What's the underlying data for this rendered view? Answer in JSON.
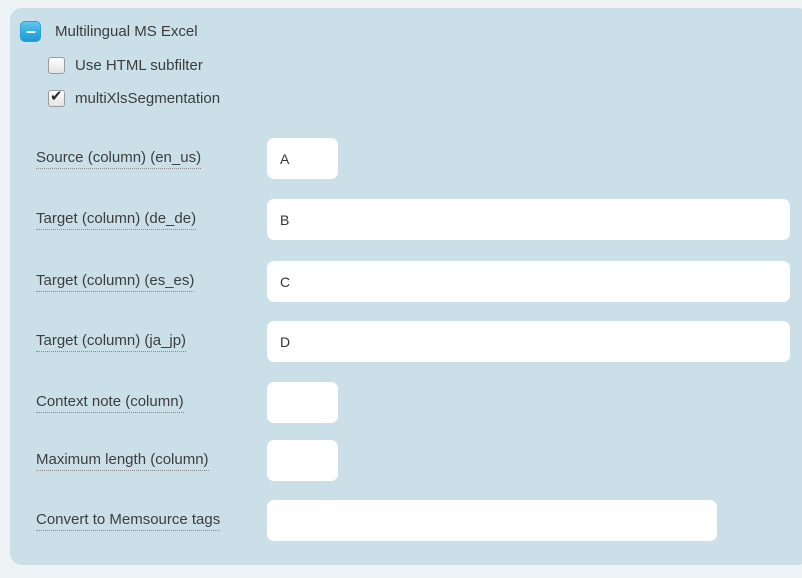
{
  "panel": {
    "title": "Multilingual MS Excel",
    "toggle": {
      "icon": "minus-icon"
    },
    "check_glyph": "✔",
    "checkboxes": [
      {
        "label": "Use HTML subfilter",
        "checked": false
      },
      {
        "label": "multiXlsSegmentation",
        "checked": true
      }
    ],
    "fields": [
      {
        "label": "Source (column) (en_us)",
        "value": "A"
      },
      {
        "label": "Target (column) (de_de)",
        "value": "B"
      },
      {
        "label": "Target (column) (es_es)",
        "value": "C"
      },
      {
        "label": "Target (column) (ja_jp)",
        "value": "D"
      },
      {
        "label": "Context note (column)",
        "value": ""
      },
      {
        "label": "Maximum length (column)",
        "value": ""
      },
      {
        "label": "Convert to Memsource tags",
        "value": ""
      }
    ],
    "colors": {
      "panel_background": "#cbdfe8",
      "page_background": "#eef3f6",
      "toggle_blue_top": "#62c8ee",
      "toggle_blue_bottom": "#2199d1",
      "label_text": "#3d3d3d"
    }
  }
}
